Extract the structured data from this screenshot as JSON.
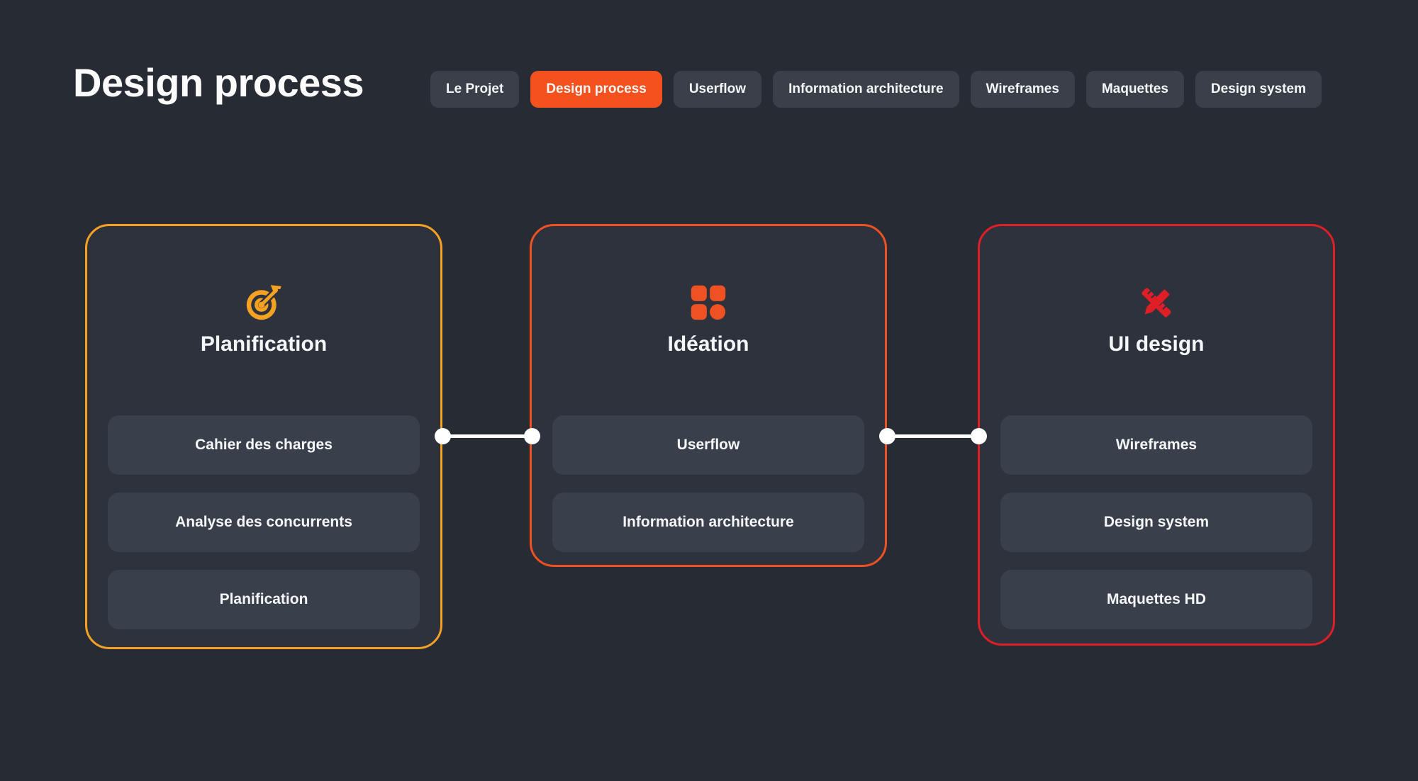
{
  "title": "Design process",
  "nav": {
    "tabs": [
      {
        "label": "Le Projet",
        "active": false
      },
      {
        "label": "Design process",
        "active": true
      },
      {
        "label": "Userflow",
        "active": false
      },
      {
        "label": "Information architecture",
        "active": false
      },
      {
        "label": "Wireframes",
        "active": false
      },
      {
        "label": "Maquettes",
        "active": false
      },
      {
        "label": "Design system",
        "active": false
      }
    ]
  },
  "cards": [
    {
      "title": "Planification",
      "icon": "target-icon",
      "accent": "#F5A223",
      "items": [
        "Cahier des charges",
        "Analyse des concurrents",
        "Planification"
      ]
    },
    {
      "title": "Idéation",
      "icon": "shapes-grid-icon",
      "accent": "#EF5123",
      "items": [
        "Userflow",
        "Information architecture"
      ]
    },
    {
      "title": "UI design",
      "icon": "pencil-ruler-icon",
      "accent": "#E01E26",
      "items": [
        "Wireframes",
        "Design system",
        "Maquettes HD"
      ]
    }
  ],
  "colors": {
    "page-bg": "#272B34",
    "card-bg": "#2D323C",
    "item-bg": "#3A404B",
    "tab-bg": "#3A3F4A",
    "tab-active-bg": "#F4511E",
    "accent-1": "#F5A223",
    "accent-2": "#EF5123",
    "accent-3": "#E01E26",
    "text": "#F5F6F8",
    "connector": "#FFFFFF"
  }
}
